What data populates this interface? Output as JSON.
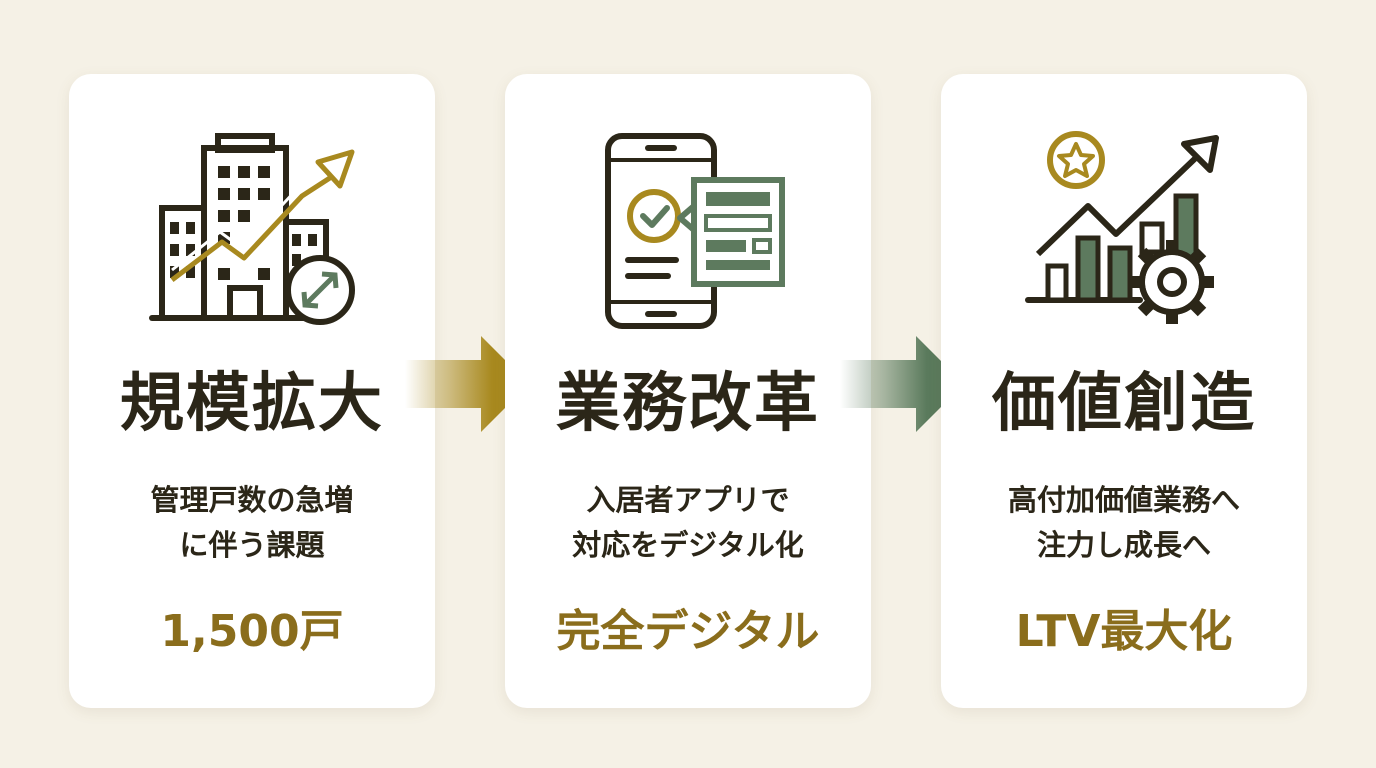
{
  "cards": [
    {
      "title": "規模拡大",
      "desc_line1": "管理戸数の急増",
      "desc_line2": "に伴う課題",
      "highlight": "1,500戸",
      "icon": "buildings-growth-icon"
    },
    {
      "title": "業務改革",
      "desc_line1": "入居者アプリで",
      "desc_line2": "対応をデジタル化",
      "highlight": "完全デジタル",
      "icon": "smartphone-app-icon"
    },
    {
      "title": "価値創造",
      "desc_line1": "高付加価値業務へ",
      "desc_line2": "注力し成長へ",
      "highlight": "LTV最大化",
      "icon": "growth-chart-gear-icon"
    }
  ],
  "colors": {
    "background": "#f5f1e6",
    "dark": "#2b2618",
    "gold": "#8a6d1c",
    "green": "#5d7a5e",
    "arrow_gold": "#a8891f",
    "arrow_green": "#5a7a5c"
  }
}
